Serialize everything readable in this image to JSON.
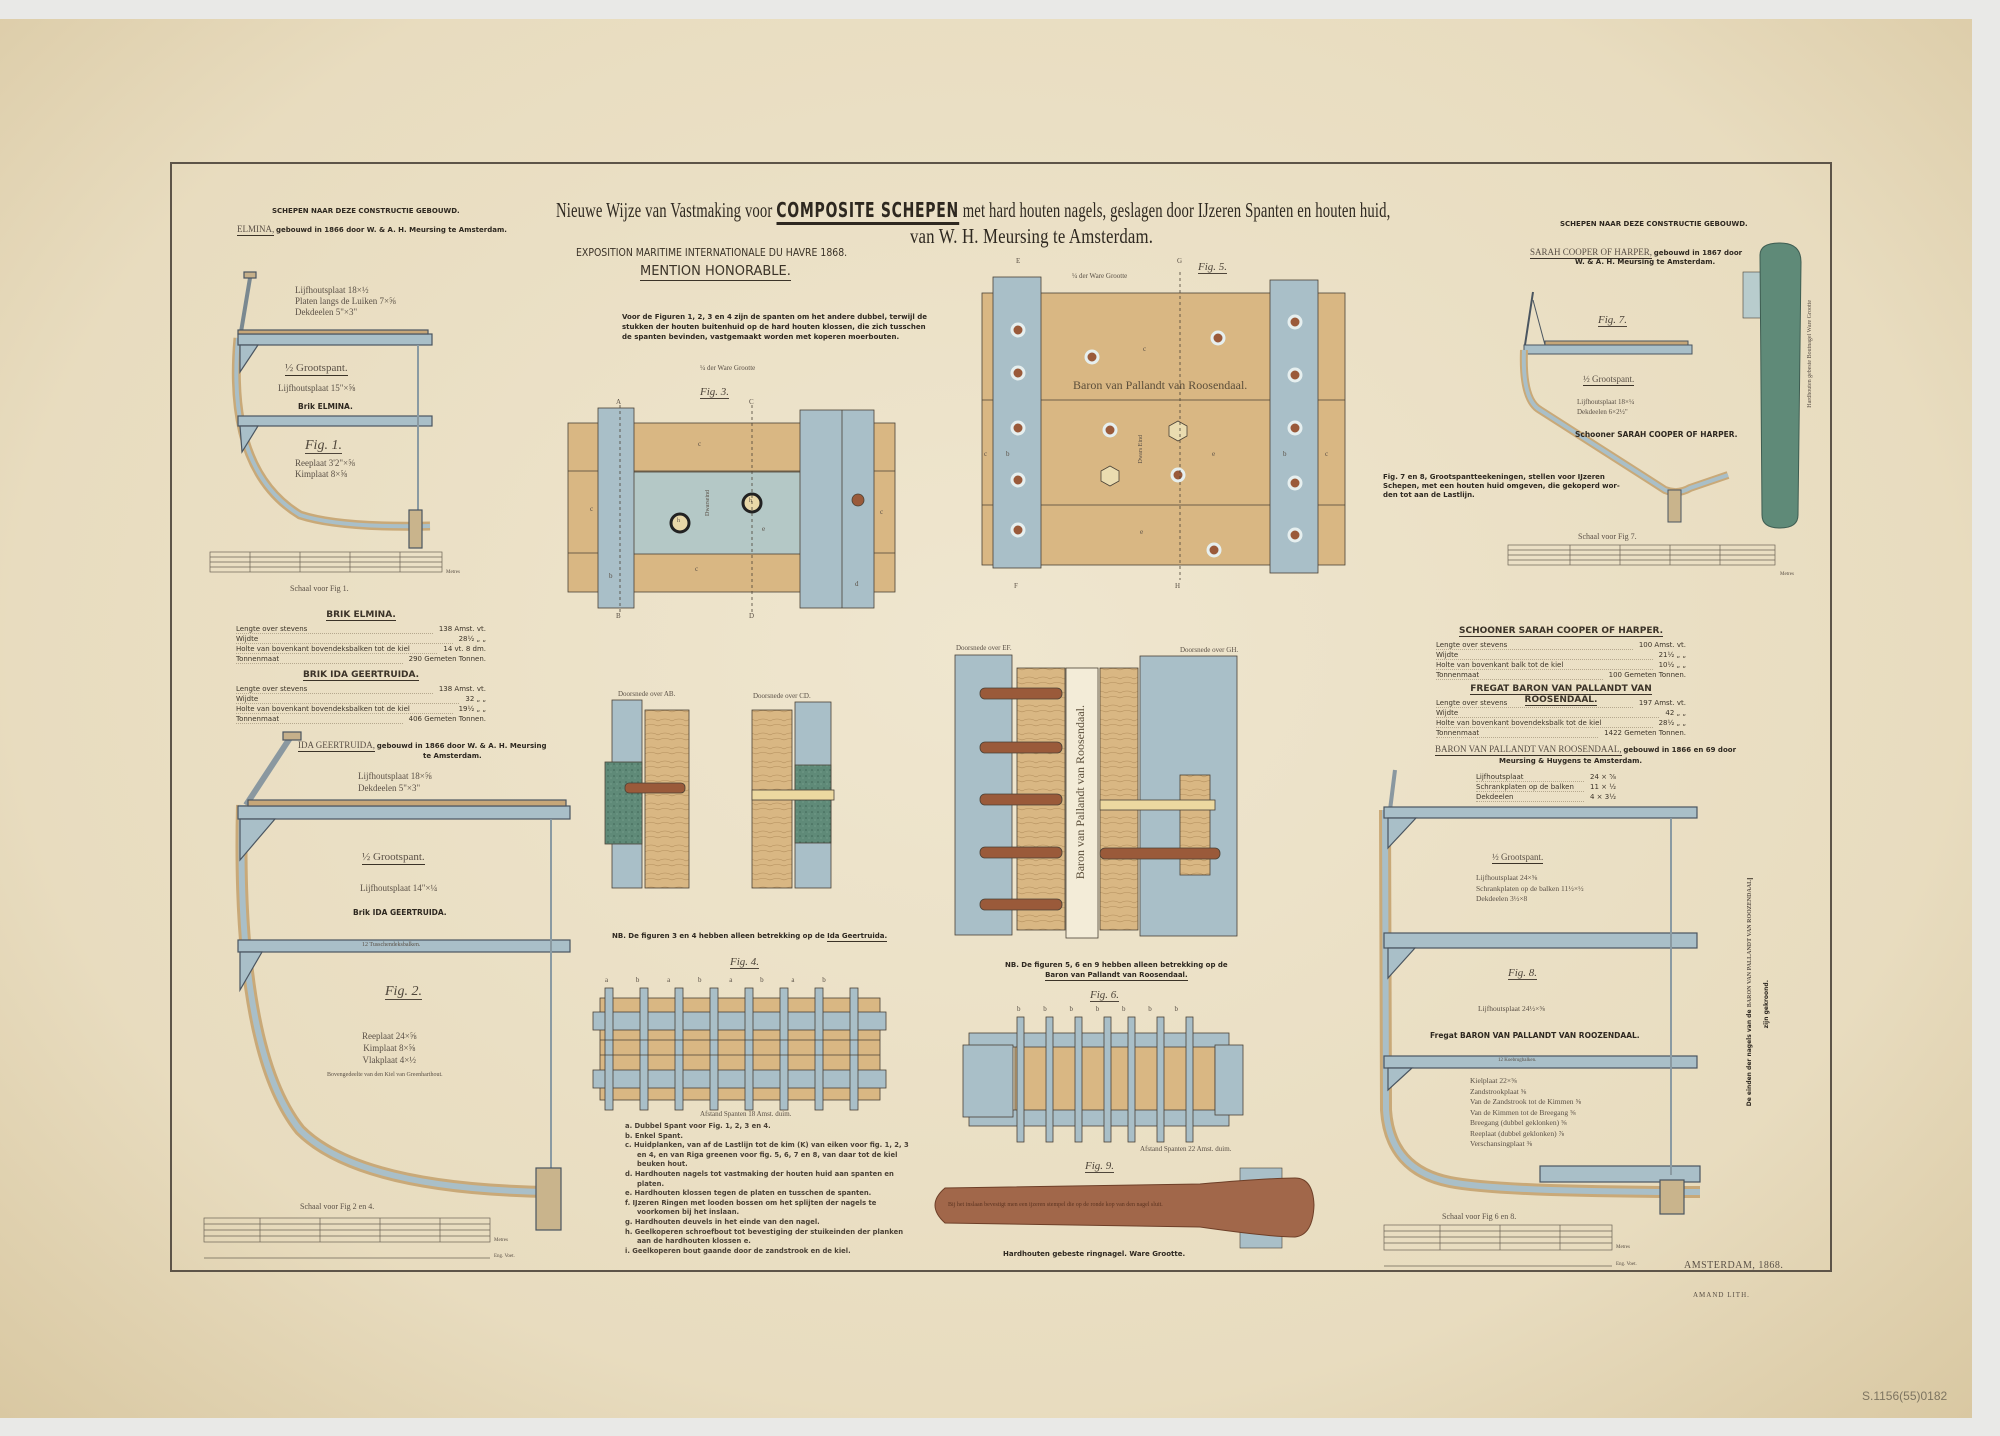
{
  "title": {
    "pre": "Nieuwe Wijze van Vastmaking voor",
    "emphasis": "COMPOSITE SCHEPEN",
    "post": "met hard houten nagels, geslagen door IJzeren Spanten en houten huid,",
    "line2": "van W. H. Meursing te Amsterdam."
  },
  "exposition": {
    "line1": "EXPOSITION MARITIME INTERNATIONALE DU HAVRE 1868.",
    "line2": "MENTION HONORABLE."
  },
  "intro_note": [
    "Voor de Figuren 1, 2, 3 en 4 zijn de spanten om het andere dubbel, terwijl de",
    "stukken der houten buitenhuid op de hard houten klossen, die zich tusschen",
    "de spanten bevinden, vastgemaakt worden met koperen moerbouten."
  ],
  "left": {
    "heading": "SCHEPEN NAAR DEZE CONSTRUCTIE GEBOUWD.",
    "elmina_name": "ELMINA,",
    "elmina_caption": "gebouwd in 1866 door W. & A. H. Meursing te Amsterdam.",
    "fig1": {
      "label": "Fig. 1.",
      "top_specs": [
        "Lijfhoutsplaat 18×½",
        "Platen langs de Luiken 7×⅝",
        "Dekdeelen 5\"×3\""
      ],
      "section": "½ Grootspant.",
      "mid_spec": "Lijfhoutsplaat 15\"×⅝",
      "ship": "Brik ELMINA.",
      "bottom_specs": [
        "Reeplaat 3'2\"×⅝",
        "Kimplaat 8×⅝"
      ],
      "scale_label": "Schaal voor Fig 1.",
      "scale_unit": "Metres"
    },
    "table_elmina": {
      "title": "BRIK ELMINA.",
      "rows": [
        [
          "Lengte over stevens",
          "138 Amst. vt."
        ],
        [
          "Wijdte",
          "28½  „  „"
        ],
        [
          "Holte van bovenkant bovendeksbalken tot de kiel",
          "14 vt. 8 dm."
        ],
        [
          "Tonnenmaat",
          "290 Gemeten Tonnen."
        ]
      ]
    },
    "table_ida": {
      "title": "BRIK IDA GEERTRUIDA.",
      "rows": [
        [
          "Lengte over stevens",
          "138 Amst. vt."
        ],
        [
          "Wijdte",
          "32  „  „"
        ],
        [
          "Holte van bovenkant bovendeksbalken tot de kiel",
          "19½  „  „"
        ],
        [
          "Tonnenmaat",
          "406 Gemeten Tonnen."
        ]
      ]
    },
    "ida_name": "IDA GEERTRUIDA,",
    "ida_caption": [
      "gebouwd in 1866 door W. & A. H. Meursing",
      "te Amsterdam."
    ],
    "fig2": {
      "label": "Fig. 2.",
      "top_specs": [
        "Lijfhoutsplaat 18×⅝",
        "Dekdeelen 5\"×3\""
      ],
      "section": "½ Grootspant.",
      "mid_spec": "Lijfhoutsplaat 14\"×¼",
      "ship": "Brik IDA GEERTRUIDA.",
      "beam": "12 Tusschendeksbalken.",
      "bottom_specs": [
        "Reeplaat 24×⅝",
        "Kimplaat 8×⅝",
        "Vlakplaat 4×½"
      ],
      "keel_note": "Bovengedeelte van den Kiel van Greenharthout.",
      "scale_label": "Schaal voor Fig 2 en 4.",
      "scale_unit": "Metres",
      "scale_unit2": "Eng. Voet."
    }
  },
  "center": {
    "fig3": {
      "label": "Fig. 3.",
      "scale": "¼ der Ware Grootte",
      "marks": [
        "A",
        "B",
        "C",
        "D"
      ],
      "dwars": "Dwarseind",
      "letters": [
        "c",
        "c",
        "c",
        "c",
        "e",
        "b",
        "h",
        "h",
        "d"
      ]
    },
    "fig5": {
      "label": "Fig. 5.",
      "scale": "¼ der Ware Grootte",
      "marks": [
        "E",
        "F",
        "G",
        "H"
      ],
      "ship": "Baron van Pallandt van Roosendaal.",
      "dwars": "Dwars Eind",
      "letters": [
        "c",
        "e",
        "e",
        "b",
        "b",
        "c",
        "c"
      ]
    },
    "section_ab": "Doorsnede over AB.",
    "section_cd": "Doorsnede over CD.",
    "section_ef": "Doorsnede over EF.",
    "section_gh": "Doorsnede over GH.",
    "section_ship": "Baron van Pallandt van Roosendaal.",
    "nb1_pre": "NB. De figuren 3 en 4 hebben alleen betrekking op de",
    "nb1_ship": "Ida Geertruida.",
    "nb2_pre": "NB. De figuren 5, 6 en 9 hebben alleen betrekking op de",
    "nb2_ship": "Baron van Pallandt van Roosendaal.",
    "fig4": {
      "label": "Fig. 4.",
      "frame_marks": [
        "a",
        "b",
        "a",
        "b",
        "a",
        "b",
        "a",
        "b"
      ],
      "spacing": "Afstand Spanten 18 Amst. duim."
    },
    "fig6": {
      "label": "Fig. 6.",
      "frame_marks": [
        "b",
        "b",
        "b",
        "b",
        "b",
        "b",
        "b"
      ],
      "spacing": "Afstand Spanten 22 Amst. duim."
    },
    "fig9": {
      "label": "Fig. 9.",
      "inner_text": "Bij het inslaan bevestigt men een ijzeren stempel die op de ronde kop van den nagel sluit.",
      "caption": "Hardhouten gebeste ringnagel. Ware Grootte."
    },
    "legend": [
      "a.  Dubbel Spant voor Fig. 1, 2, 3 en 4.",
      "b.  Enkel Spant.",
      "c.  Huidplanken, van af de Lastlijn tot de kim (K) van eiken voor fig. 1, 2, 3 en 4, en van Riga greenen voor fig. 5, 6, 7 en 8, van daar tot de kiel beuken hout.",
      "d.  Hardhouten nagels tot vastmaking der houten huid aan spanten en platen.",
      "e.  Hardhouten klossen tegen de platen en tusschen de spanten.",
      "f.  IJzeren Ringen met looden bossen om het splijten der nagels te voorkomen bij het inslaan.",
      "g.  Hardhouten deuvels in het einde van den nagel.",
      "h.  Geelkoperen schroefbout tot bevestiging der stuikeinden der planken aan de hardhouten klossen e.",
      "i.  Geelkoperen bout gaande door de zandstrook en de kiel."
    ]
  },
  "right": {
    "heading": "SCHEPEN NAAR DEZE CONSTRUCTIE GEBOUWD.",
    "sarah_name": "SARAH COOPER OF HARPER,",
    "sarah_caption": [
      "gebouwd in 1867 door",
      "W. & A. H. Meursing te Amsterdam."
    ],
    "fig7": {
      "label": "Fig. 7.",
      "section": "½ Grootspant.",
      "specs": [
        "Lijfhoutsplaat 18×¼",
        "Dekdeelen 6×2½\""
      ],
      "ship": "Schooner SARAH COOPER OF HARPER.",
      "note": [
        "Fig. 7 en 8, Grootspantteekeningen, stellen voor IJzeren",
        "Schepen, met een houten huid omgeven, die gekoperd wor-",
        "den tot aan de Lastlijn."
      ],
      "scale_label": "Schaal voor Fig 7.",
      "scale_unit": "Metres"
    },
    "nail_caption": "Hardhouten gebeste Boutnagel Ware Grootte",
    "table_sarah": {
      "title": "SCHOONER SARAH COOPER OF HARPER.",
      "rows": [
        [
          "Lengte over stevens",
          "100 Amst. vt."
        ],
        [
          "Wijdte",
          "21½  „  „"
        ],
        [
          "Holte van bovenkant balk tot de kiel",
          "10½  „  „"
        ],
        [
          "Tonnenmaat",
          "100 Gemeten Tonnen."
        ]
      ]
    },
    "table_baron": {
      "title": "FREGAT BARON VAN PALLANDT VAN ROOSENDAAL.",
      "rows": [
        [
          "Lengte over stevens",
          "197 Amst. vt."
        ],
        [
          "Wijdte",
          "42  „  „"
        ],
        [
          "Holte van bovenkant bovendeksbalk tot de kiel",
          "28½  „  „"
        ],
        [
          "Tonnenmaat",
          "1422 Gemeten Tonnen."
        ]
      ]
    },
    "baron_name": "BARON VAN PALLANDT VAN ROOSENDAAL,",
    "baron_caption": [
      "gebouwd in 1866 en 69 door",
      "Meursing & Huygens te Amsterdam."
    ],
    "baron_specs": [
      [
        "Lijfhoutsplaat",
        "24 × ⅝"
      ],
      [
        "Schrankplaten op de balken",
        "11 × ½"
      ],
      [
        "Dekdeelen",
        "4 × 3½"
      ]
    ],
    "fig8": {
      "label": "Fig. 8.",
      "section": "½ Grootspant.",
      "top_specs": [
        "Lijfhoutsplaat 24×⅝",
        "Schrankplaten op de balken 11½×½",
        "Dekdeelen 3½×8"
      ],
      "mid_spec": "Lijfhoutsplaat 24½×⅝",
      "ship": "Fregat BARON VAN PALLANDT VAN ROOZENDAAL.",
      "beam": "12 Koebrugbalken.",
      "bottom_specs": [
        "Kielplaat 22×⅝",
        "Zandstrookplaat ⅝",
        "Van de Zandstrook tot de Kimmen ⅝",
        "Van de Kimmen tot de Breegang ⅝",
        "Breegang (dubbel geklonken) ⅝",
        "Reeplaat (dubbel geklonken) ⅞",
        "Verschansingplaat ⅜"
      ],
      "scale_label": "Schaal voor Fig 6 en 8.",
      "scale_unit": "Metres",
      "scale_unit2": "Eng. Voet."
    },
    "side_note_pre": "De einden der nagels van de",
    "side_note_ship": "BARON VAN PALLANDT VAN ROOZENDAAL",
    "side_note_post": "zijn gekroond."
  },
  "imprint": {
    "place_date": "AMSTERDAM, 1868.",
    "lithographer": "AMAND LITH."
  },
  "archive_mark": "S.1156(55)0182",
  "colors": {
    "paper": "#e8dcbf",
    "iron": "#a9bfc8",
    "wood": "#d9b783",
    "copper": "#9a5a3a",
    "green": "#5f8a78",
    "ink": "#3b3328"
  }
}
